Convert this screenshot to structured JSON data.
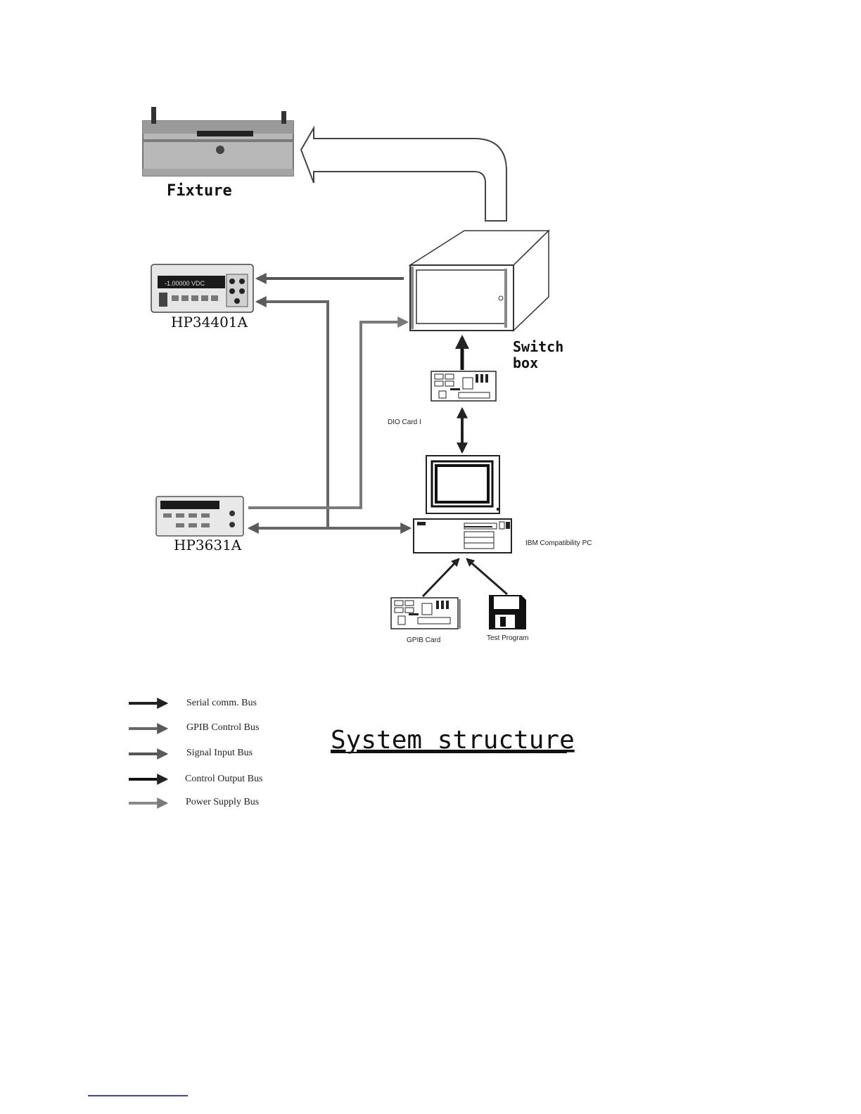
{
  "labels": {
    "fixture": "Fixture",
    "switch_box_line1": "Switch",
    "switch_box_line2": "box",
    "dmm": "HP34401A",
    "power_supply": "HP3631A",
    "dio_card": "DIO Card I",
    "pc": "IBM Compatibility PC",
    "gpib_card": "GPIB Card",
    "test_program": "Test Program",
    "dmm_display": "-1.00000 VDC"
  },
  "legend": [
    {
      "label": "Serial comm. Bus",
      "color": "#222222"
    },
    {
      "label": "GPIB Control Bus",
      "color": "#6a6a6a"
    },
    {
      "label": "Signal Input Bus",
      "color": "#555555"
    },
    {
      "label": "Control Output Bus",
      "color": "#111111"
    },
    {
      "label": "Power Supply Bus",
      "color": "#8a8a8a"
    }
  ],
  "title": "System structure",
  "colors": {
    "serial": "#222222",
    "gpib": "#6a6a6a",
    "signal": "#555555",
    "control": "#111111",
    "power": "#8a8a8a"
  }
}
